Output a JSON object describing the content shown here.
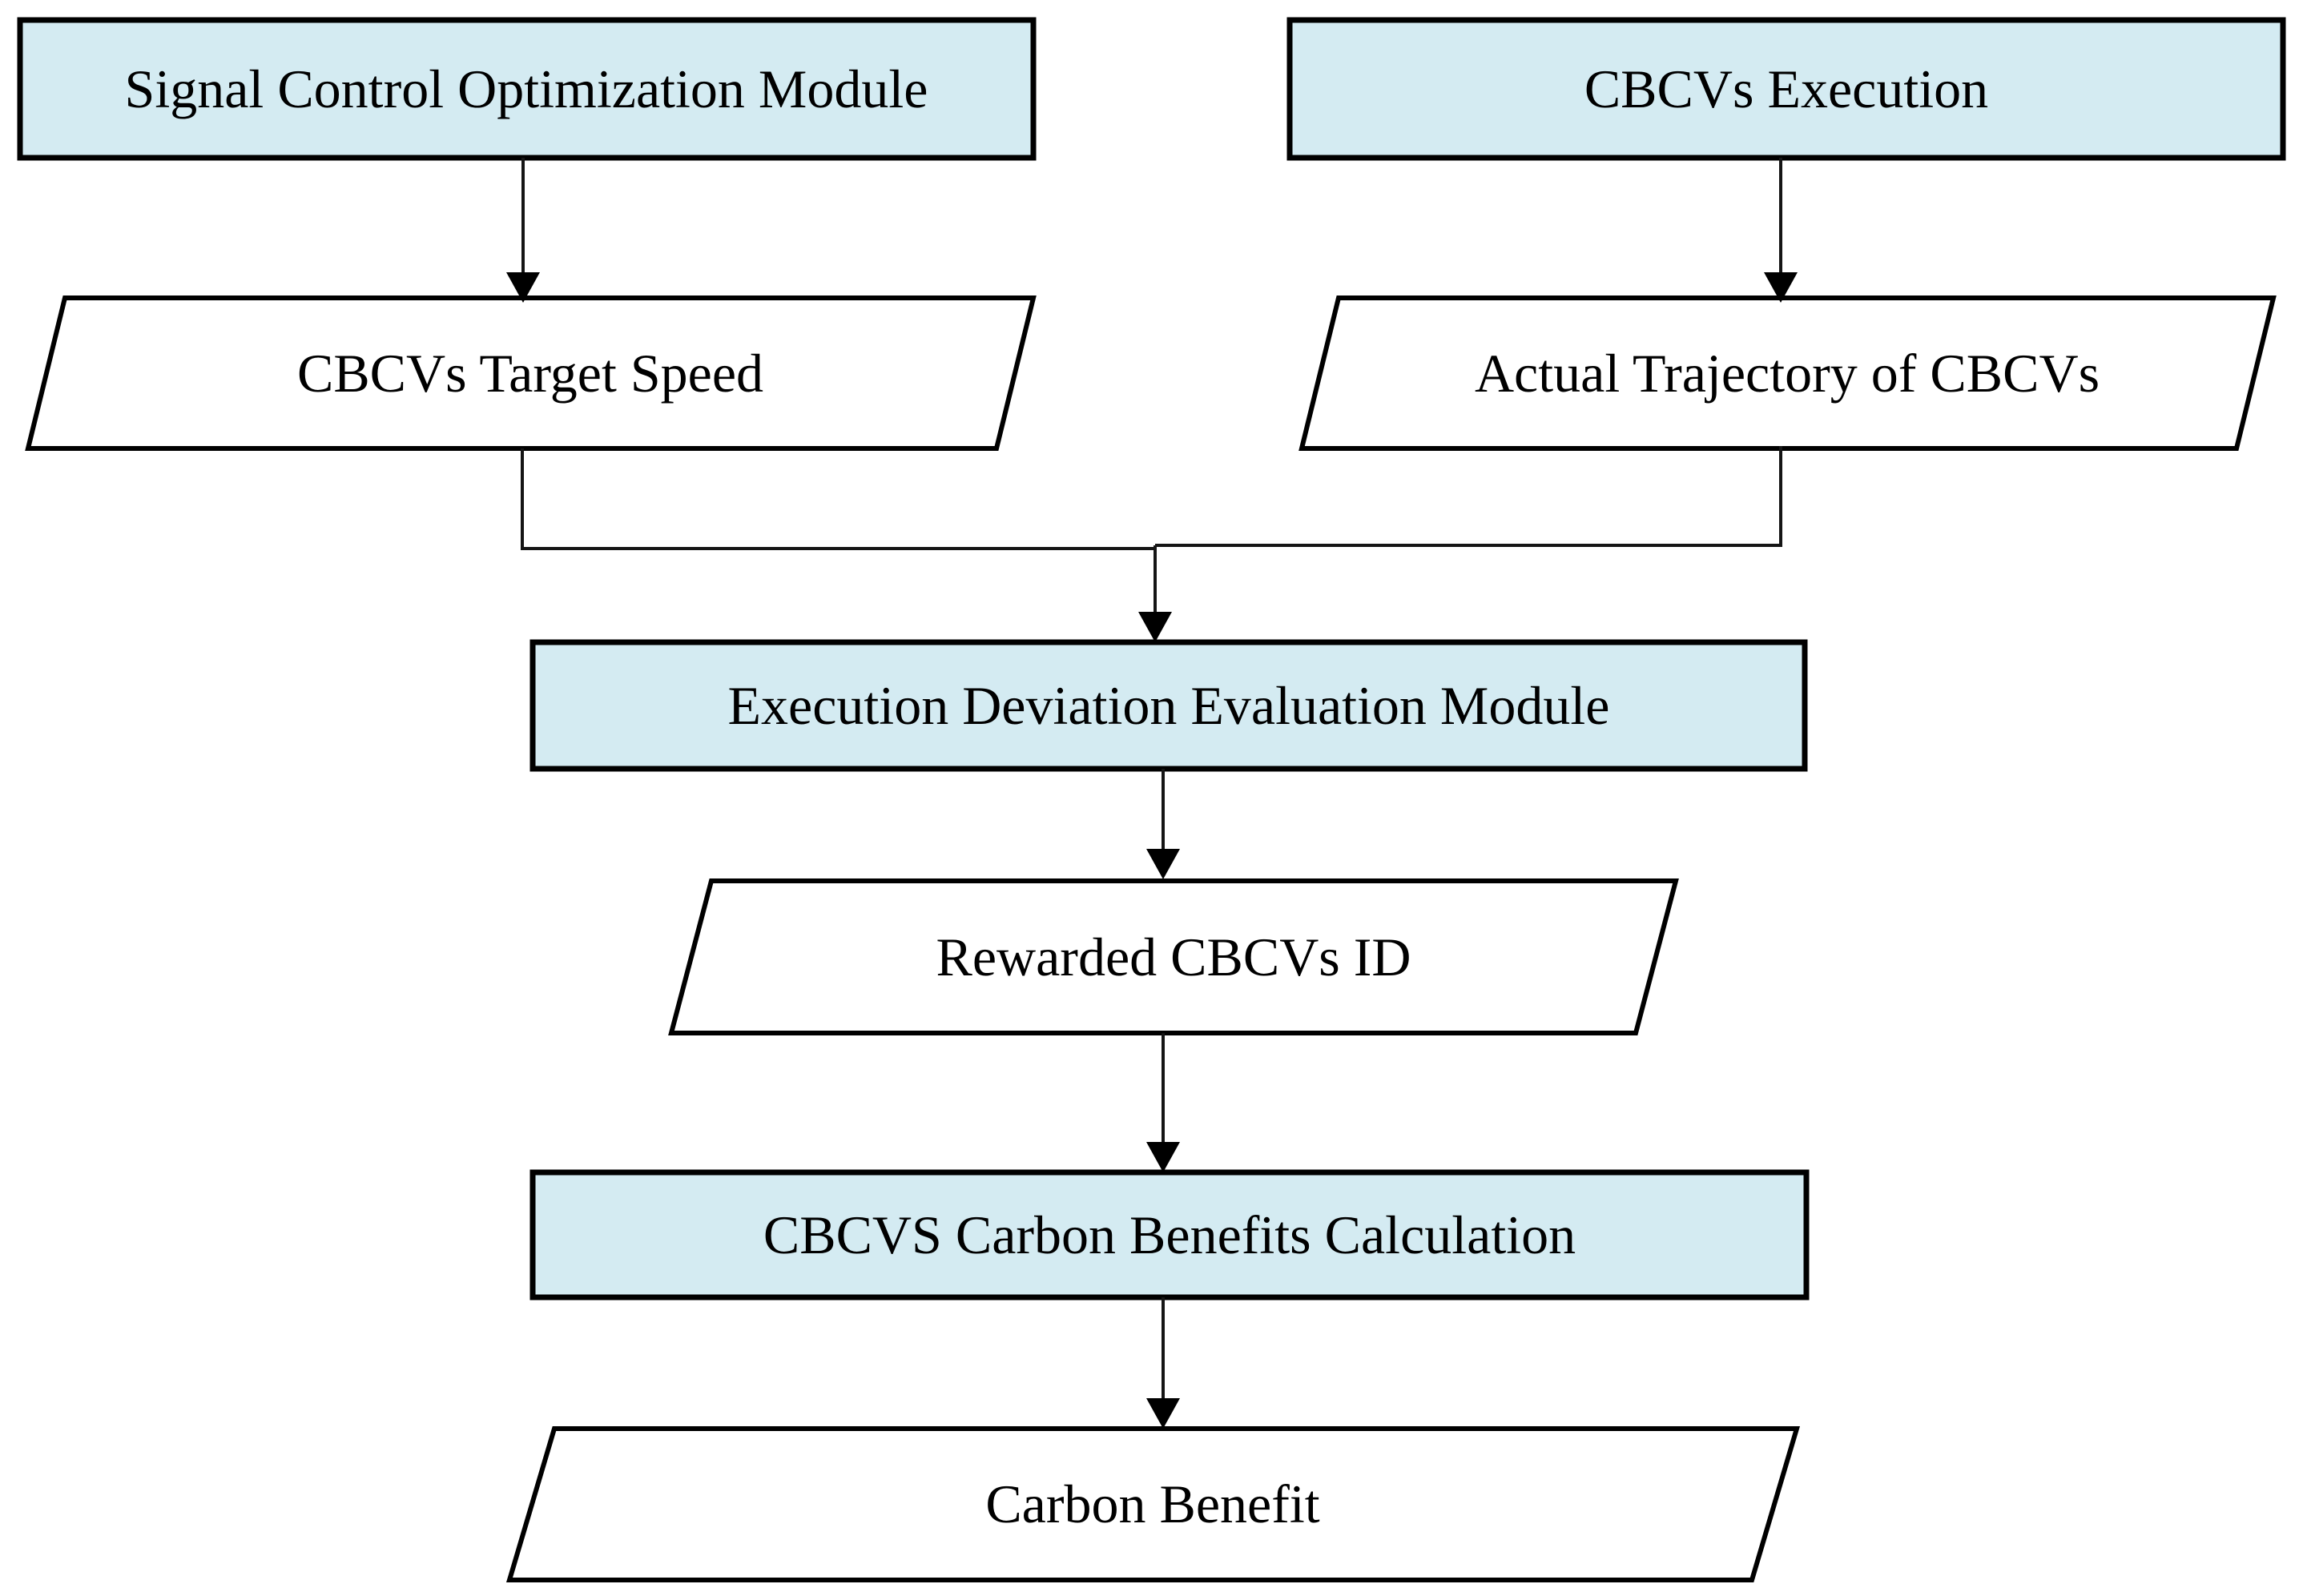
{
  "diagram": {
    "type": "flowchart",
    "nodes": {
      "signal_control": {
        "label": "Signal Control Optimization Module",
        "shape": "process-rectangle"
      },
      "cbcvs_execution": {
        "label": "CBCVs Execution",
        "shape": "process-rectangle"
      },
      "target_speed": {
        "label": "CBCVs Target Speed",
        "shape": "data-parallelogram"
      },
      "actual_trajectory": {
        "label": "Actual Trajectory of CBCVs",
        "shape": "data-parallelogram"
      },
      "deviation_module": {
        "label": "Execution Deviation Evaluation Module",
        "shape": "process-rectangle"
      },
      "rewarded_id": {
        "label": "Rewarded CBCVs ID",
        "shape": "data-parallelogram"
      },
      "carbon_calc": {
        "label": "CBCVS Carbon Benefits Calculation",
        "shape": "process-rectangle"
      },
      "carbon_benefit": {
        "label": "Carbon Benefit",
        "shape": "data-parallelogram"
      }
    },
    "edges": [
      {
        "from": "signal_control",
        "to": "target_speed"
      },
      {
        "from": "cbcvs_execution",
        "to": "actual_trajectory"
      },
      {
        "from": "target_speed",
        "to": "deviation_module"
      },
      {
        "from": "actual_trajectory",
        "to": "deviation_module"
      },
      {
        "from": "deviation_module",
        "to": "rewarded_id"
      },
      {
        "from": "rewarded_id",
        "to": "carbon_calc"
      },
      {
        "from": "carbon_calc",
        "to": "carbon_benefit"
      }
    ],
    "colors": {
      "module_fill": "#d4ebf2",
      "data_fill": "#ffffff",
      "stroke": "#000000",
      "background": "#ffffff"
    }
  }
}
